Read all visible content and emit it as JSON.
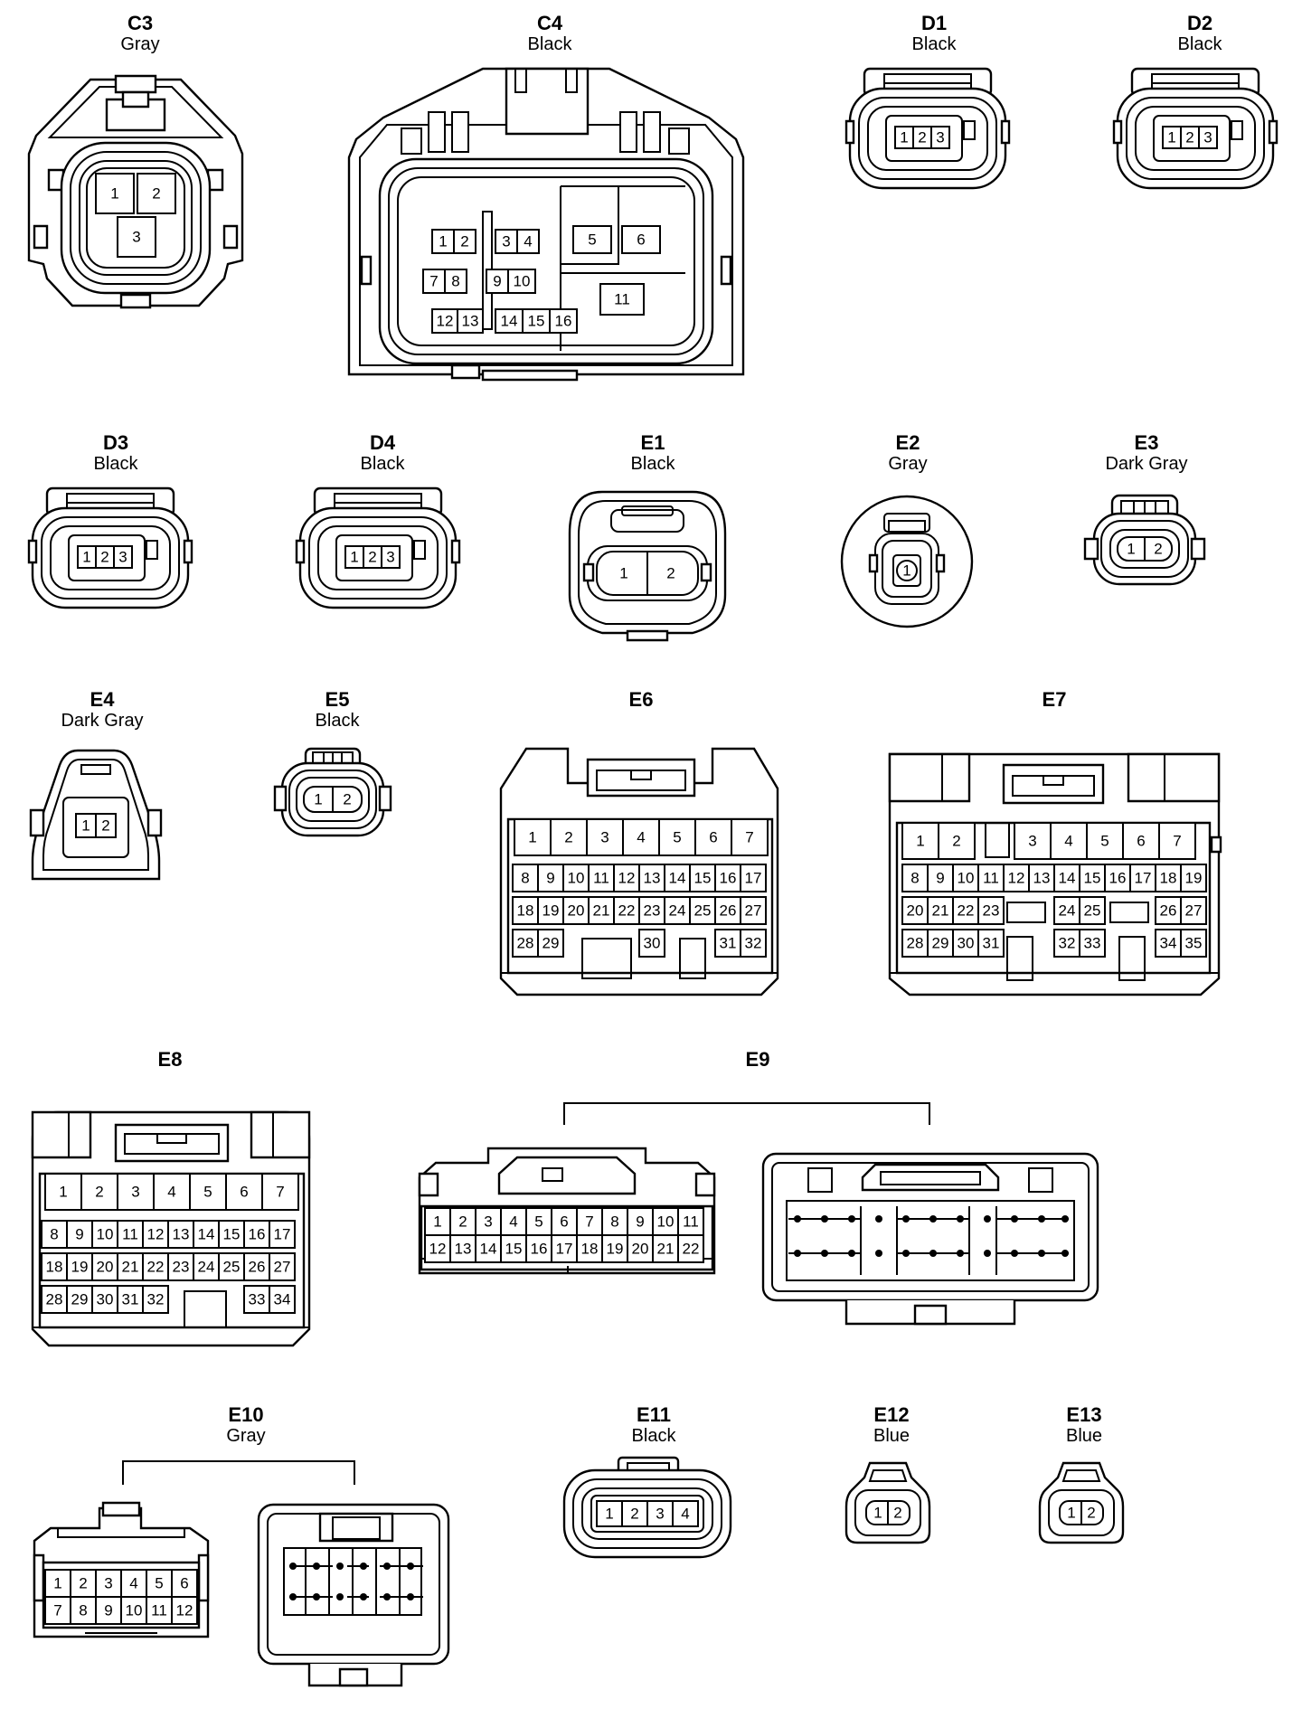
{
  "connectors": {
    "C3": {
      "name": "C3",
      "color": "Gray",
      "pins": [
        "1",
        "2",
        "3"
      ]
    },
    "C4": {
      "name": "C4",
      "color": "Black",
      "pins": [
        "1",
        "2",
        "3",
        "4",
        "5",
        "6",
        "7",
        "8",
        "9",
        "10",
        "11",
        "12",
        "13",
        "14",
        "15",
        "16"
      ]
    },
    "D1": {
      "name": "D1",
      "color": "Black",
      "pins": [
        "1",
        "2",
        "3"
      ]
    },
    "D2": {
      "name": "D2",
      "color": "Black",
      "pins": [
        "1",
        "2",
        "3"
      ]
    },
    "D3": {
      "name": "D3",
      "color": "Black",
      "pins": [
        "1",
        "2",
        "3"
      ]
    },
    "D4": {
      "name": "D4",
      "color": "Black",
      "pins": [
        "1",
        "2",
        "3"
      ]
    },
    "E1": {
      "name": "E1",
      "color": "Black",
      "pins": [
        "1",
        "2"
      ]
    },
    "E2": {
      "name": "E2",
      "color": "Gray",
      "pins": [
        "1"
      ]
    },
    "E3": {
      "name": "E3",
      "color": "Dark Gray",
      "pins": [
        "1",
        "2"
      ]
    },
    "E4": {
      "name": "E4",
      "color": "Dark Gray",
      "pins": [
        "1",
        "2"
      ]
    },
    "E5": {
      "name": "E5",
      "color": "Black",
      "pins": [
        "1",
        "2"
      ]
    },
    "E6": {
      "name": "E6",
      "pins": [
        "1",
        "2",
        "3",
        "4",
        "5",
        "6",
        "7",
        "8",
        "9",
        "10",
        "11",
        "12",
        "13",
        "14",
        "15",
        "16",
        "17",
        "18",
        "19",
        "20",
        "21",
        "22",
        "23",
        "24",
        "25",
        "26",
        "27",
        "28",
        "29",
        "30",
        "31",
        "32"
      ]
    },
    "E7": {
      "name": "E7",
      "pins": [
        "1",
        "2",
        "3",
        "4",
        "5",
        "6",
        "7",
        "8",
        "9",
        "10",
        "11",
        "12",
        "13",
        "14",
        "15",
        "16",
        "17",
        "18",
        "19",
        "20",
        "21",
        "22",
        "23",
        "24",
        "25",
        "26",
        "27",
        "28",
        "29",
        "30",
        "31",
        "32",
        "33",
        "34",
        "35"
      ]
    },
    "E8": {
      "name": "E8",
      "pins": [
        "1",
        "2",
        "3",
        "4",
        "5",
        "6",
        "7",
        "8",
        "9",
        "10",
        "11",
        "12",
        "13",
        "14",
        "15",
        "16",
        "17",
        "18",
        "19",
        "20",
        "21",
        "22",
        "23",
        "24",
        "25",
        "26",
        "27",
        "28",
        "29",
        "30",
        "31",
        "32",
        "33",
        "34"
      ]
    },
    "E9": {
      "name": "E9",
      "pins": [
        "1",
        "2",
        "3",
        "4",
        "5",
        "6",
        "7",
        "8",
        "9",
        "10",
        "11",
        "12",
        "13",
        "14",
        "15",
        "16",
        "17",
        "18",
        "19",
        "20",
        "21",
        "22"
      ]
    },
    "E10": {
      "name": "E10",
      "color": "Gray",
      "pins": [
        "1",
        "2",
        "3",
        "4",
        "5",
        "6",
        "7",
        "8",
        "9",
        "10",
        "11",
        "12"
      ]
    },
    "E11": {
      "name": "E11",
      "color": "Black",
      "pins": [
        "1",
        "2",
        "3",
        "4"
      ]
    },
    "E12": {
      "name": "E12",
      "color": "Blue",
      "pins": [
        "1",
        "2"
      ]
    },
    "E13": {
      "name": "E13",
      "color": "Blue",
      "pins": [
        "1",
        "2"
      ]
    }
  }
}
